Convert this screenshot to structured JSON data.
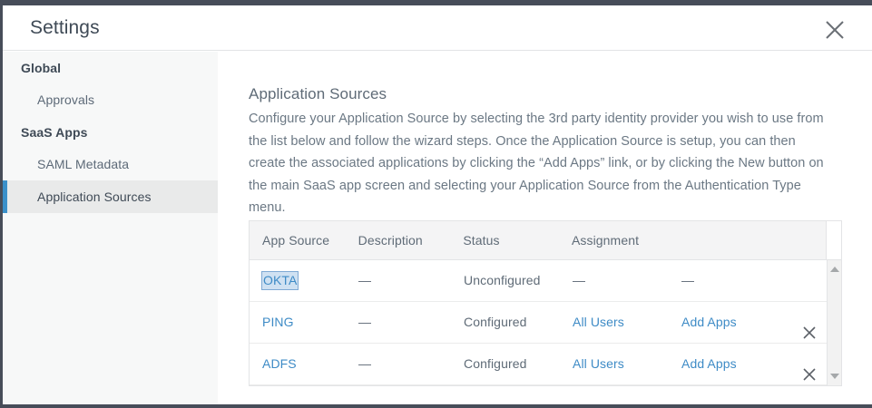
{
  "window": {
    "title": "Settings",
    "close_icon": "close-icon"
  },
  "sidebar": {
    "groups": [
      {
        "label": "Global",
        "items": [
          {
            "label": "Approvals",
            "active": false
          }
        ]
      },
      {
        "label": "SaaS Apps",
        "items": [
          {
            "label": "SAML Metadata",
            "active": false
          },
          {
            "label": "Application Sources",
            "active": true
          }
        ]
      }
    ]
  },
  "main": {
    "section_title": "Application Sources",
    "description": "Configure your Application Source by selecting the 3rd party identity provider you wish to use from the list below and follow the wizard steps. Once the Application Source is setup, you can then create the associated applications by clicking the “Add Apps” link, or by clicking the New button on the main SaaS app screen and selecting your Application Source from the Authentication Type menu.",
    "table": {
      "columns": [
        "App Source",
        "Description",
        "Status",
        "Assignment",
        "",
        ""
      ],
      "rows": [
        {
          "app_source": "OKTA",
          "description": "—",
          "status": "Unconfigured",
          "assignment": "—",
          "apps": "—",
          "delete": "",
          "focused": true
        },
        {
          "app_source": "PING",
          "description": "—",
          "status": "Configured",
          "assignment": "All Users",
          "apps": "Add Apps",
          "delete": "✕",
          "focused": false
        },
        {
          "app_source": "ADFS",
          "description": "—",
          "status": "Configured",
          "assignment": "All Users",
          "apps": "Add Apps",
          "delete": "✕",
          "focused": false
        }
      ],
      "scroll_up_icon": "scroll-up-arrow-icon",
      "scroll_down_icon": "scroll-down-arrow-icon"
    }
  },
  "colors": {
    "chrome": "#474d59",
    "accent": "#3b90c9",
    "link": "#3e8bc6",
    "text": "#5f6b77",
    "sidebar_bg": "#f7f8f8",
    "header_bg": "#f4f4f5"
  }
}
